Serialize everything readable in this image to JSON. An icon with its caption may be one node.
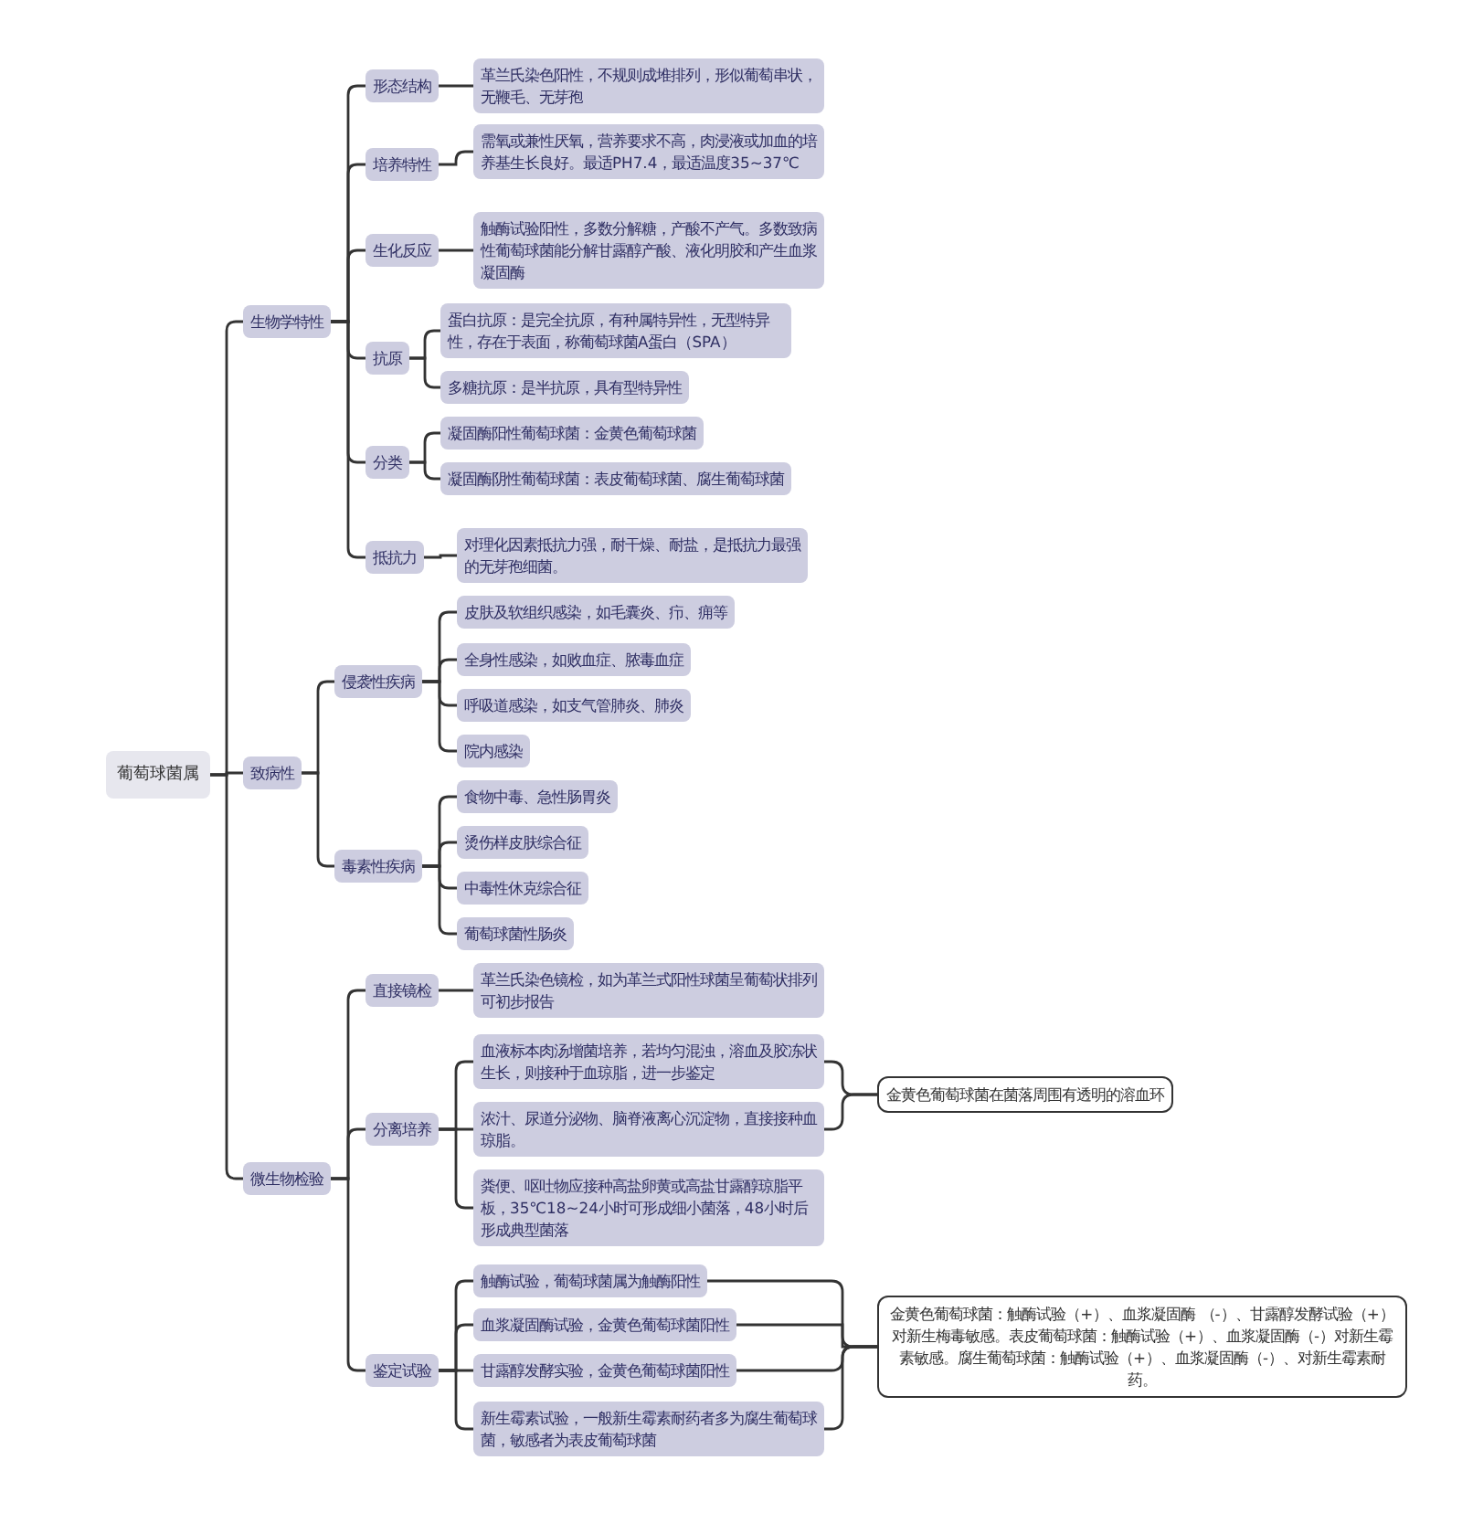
{
  "diagram": {
    "nodes": [
      {
        "text": [
          "葡萄球菌属"
        ]
      },
      {
        "text": [
          "生物学特性"
        ]
      },
      {
        "text": [
          "形态结构"
        ]
      },
      {
        "text": [
          "革兰氏染色阳性，不规则成堆排列，形似葡萄串状，无鞭毛、无芽孢"
        ]
      },
      {
        "text": [
          "培养特性"
        ]
      },
      {
        "text": [
          "需氧或兼性厌氧，营养要求不高，肉浸液或加血的培养基生长良好。最适PH7.4，最适温度35~37℃"
        ]
      },
      {
        "text": [
          "生化反应"
        ]
      },
      {
        "text": [
          "触酶试验阳性，多数分解糖，产酸不产气。多数致病性葡萄球菌能分解甘露醇产酸、液化明胶和产生血浆凝固酶"
        ]
      },
      {
        "text": [
          "抗原"
        ]
      },
      {
        "text": [
          "蛋白抗原：是完全抗原，有种属特异性，无型特异性，存在于表面，称葡萄球菌A蛋白（SPA）"
        ]
      },
      {
        "text": [
          "多糖抗原：是半抗原，具有型特异性"
        ]
      },
      {
        "text": [
          "分类"
        ]
      },
      {
        "text": [
          "凝固酶阳性葡萄球菌：金黄色葡萄球菌"
        ]
      },
      {
        "text": [
          "凝固酶阴性葡萄球菌：表皮葡萄球菌、腐生葡萄球菌"
        ]
      },
      {
        "text": [
          "抵抗力"
        ]
      },
      {
        "text": [
          "对理化因素抵抗力强，耐干燥、耐盐，是抵抗力最强的无芽孢细菌。"
        ]
      },
      {
        "text": [
          "致病性"
        ]
      },
      {
        "text": [
          "侵袭性疾病"
        ]
      },
      {
        "text": [
          "皮肤及软组织感染，如毛囊炎、疖、痈等"
        ]
      },
      {
        "text": [
          "全身性感染，如败血症、脓毒血症"
        ]
      },
      {
        "text": [
          "呼吸道感染，如支气管肺炎、肺炎"
        ]
      },
      {
        "text": [
          "院内感染"
        ]
      },
      {
        "text": [
          "毒素性疾病"
        ]
      },
      {
        "text": [
          "食物中毒、急性肠胃炎"
        ]
      },
      {
        "text": [
          "烫伤样皮肤综合征"
        ]
      },
      {
        "text": [
          "中毒性休克综合征"
        ]
      },
      {
        "text": [
          "葡萄球菌性肠炎"
        ]
      },
      {
        "text": [
          "微生物检验"
        ]
      },
      {
        "text": [
          "直接镜检"
        ]
      },
      {
        "text": [
          "革兰氏染色镜检，如为革兰式阳性球菌呈葡萄状排列可初步报告"
        ]
      },
      {
        "text": [
          "分离培养"
        ]
      },
      {
        "text": [
          "血液标本肉汤增菌培养，若均匀混浊，溶血及胶冻状生长，则接种于血琼脂，进一步鉴定"
        ]
      },
      {
        "text": [
          "浓汁、尿道分泌物、脑脊液离心沉淀物，直接接种血琼脂。"
        ]
      },
      {
        "text": [
          "粪便、呕吐物应接种高盐卵黄或高盐甘露醇琼脂平板，35℃18~24小时可形成细小菌落，48小时后形成典型菌落"
        ]
      },
      {
        "text": [
          "鉴定试验"
        ]
      },
      {
        "text": [
          "触酶试验，葡萄球菌属为触酶阳性"
        ]
      },
      {
        "text": [
          "血浆凝固酶试验，金黄色葡萄球菌阳性"
        ]
      },
      {
        "text": [
          "甘露醇发酵实验，金黄色葡萄球菌阳性"
        ]
      },
      {
        "text": [
          "新生霉素试验，一般新生霉素耐药者多为腐生葡萄球菌，敏感者为表皮葡萄球菌"
        ]
      },
      {
        "text": [
          "金黄色葡萄球菌在菌落周围有透明的溶血环"
        ]
      },
      {
        "text": [
          "金黄色葡萄球菌：触酶试验（+）、血浆凝固酶 （-）、甘露醇发酵试验（+）对新生梅毒敏感。表皮葡萄球菌：触酶试验（+）、血浆凝固酶（-）对新生霉素敏感。腐生葡萄球菌：触酶试验（+）、血浆凝固酶（-）、对新生霉素耐药。"
        ]
      }
    ],
    "edges": [
      {
        "from": 0,
        "to": 1,
        "arrow": "none"
      },
      {
        "from": 1,
        "to": 2,
        "arrow": "none"
      },
      {
        "from": 2,
        "to": 3,
        "arrow": "none"
      },
      {
        "from": 1,
        "to": 4,
        "arrow": "none"
      },
      {
        "from": 4,
        "to": 5,
        "arrow": "none"
      },
      {
        "from": 1,
        "to": 6,
        "arrow": "none"
      },
      {
        "from": 6,
        "to": 7,
        "arrow": "none"
      },
      {
        "from": 1,
        "to": 8,
        "arrow": "none"
      },
      {
        "from": 8,
        "to": 9,
        "arrow": "none"
      },
      {
        "from": 8,
        "to": 10,
        "arrow": "none"
      },
      {
        "from": 1,
        "to": 11,
        "arrow": "none"
      },
      {
        "from": 11,
        "to": 12,
        "arrow": "none"
      },
      {
        "from": 11,
        "to": 13,
        "arrow": "none"
      },
      {
        "from": 1,
        "to": 14,
        "arrow": "none"
      },
      {
        "from": 14,
        "to": 15,
        "arrow": "none"
      },
      {
        "from": 0,
        "to": 16,
        "arrow": "none"
      },
      {
        "from": 16,
        "to": 17,
        "arrow": "none"
      },
      {
        "from": 17,
        "to": 18,
        "arrow": "none"
      },
      {
        "from": 17,
        "to": 19,
        "arrow": "none"
      },
      {
        "from": 17,
        "to": 20,
        "arrow": "none"
      },
      {
        "from": 17,
        "to": 21,
        "arrow": "none"
      },
      {
        "from": 16,
        "to": 22,
        "arrow": "none"
      },
      {
        "from": 22,
        "to": 23,
        "arrow": "none"
      },
      {
        "from": 22,
        "to": 24,
        "arrow": "none"
      },
      {
        "from": 22,
        "to": 25,
        "arrow": "none"
      },
      {
        "from": 22,
        "to": 26,
        "arrow": "none"
      },
      {
        "from": 0,
        "to": 27,
        "arrow": "none"
      },
      {
        "from": 27,
        "to": 28,
        "arrow": "none"
      },
      {
        "from": 28,
        "to": 29,
        "arrow": "none"
      },
      {
        "from": 27,
        "to": 30,
        "arrow": "none"
      },
      {
        "from": 30,
        "to": 31,
        "arrow": "none"
      },
      {
        "from": 30,
        "to": 32,
        "arrow": "none"
      },
      {
        "from": 30,
        "to": 33,
        "arrow": "none"
      },
      {
        "from": 27,
        "to": 34,
        "arrow": "none"
      },
      {
        "from": 34,
        "to": 35,
        "arrow": "none"
      },
      {
        "from": 34,
        "to": 36,
        "arrow": "none"
      },
      {
        "from": 34,
        "to": 37,
        "arrow": "none"
      },
      {
        "from": 34,
        "to": 38,
        "arrow": "none"
      },
      {
        "from": 31,
        "to": 39,
        "arrow": "none"
      },
      {
        "from": 32,
        "to": 39,
        "arrow": "none"
      },
      {
        "from": 35,
        "to": 40,
        "arrow": "none"
      },
      {
        "from": 36,
        "to": 40,
        "arrow": "none"
      },
      {
        "from": 37,
        "to": 40,
        "arrow": "none"
      },
      {
        "from": 38,
        "to": 40,
        "arrow": "none"
      }
    ]
  }
}
